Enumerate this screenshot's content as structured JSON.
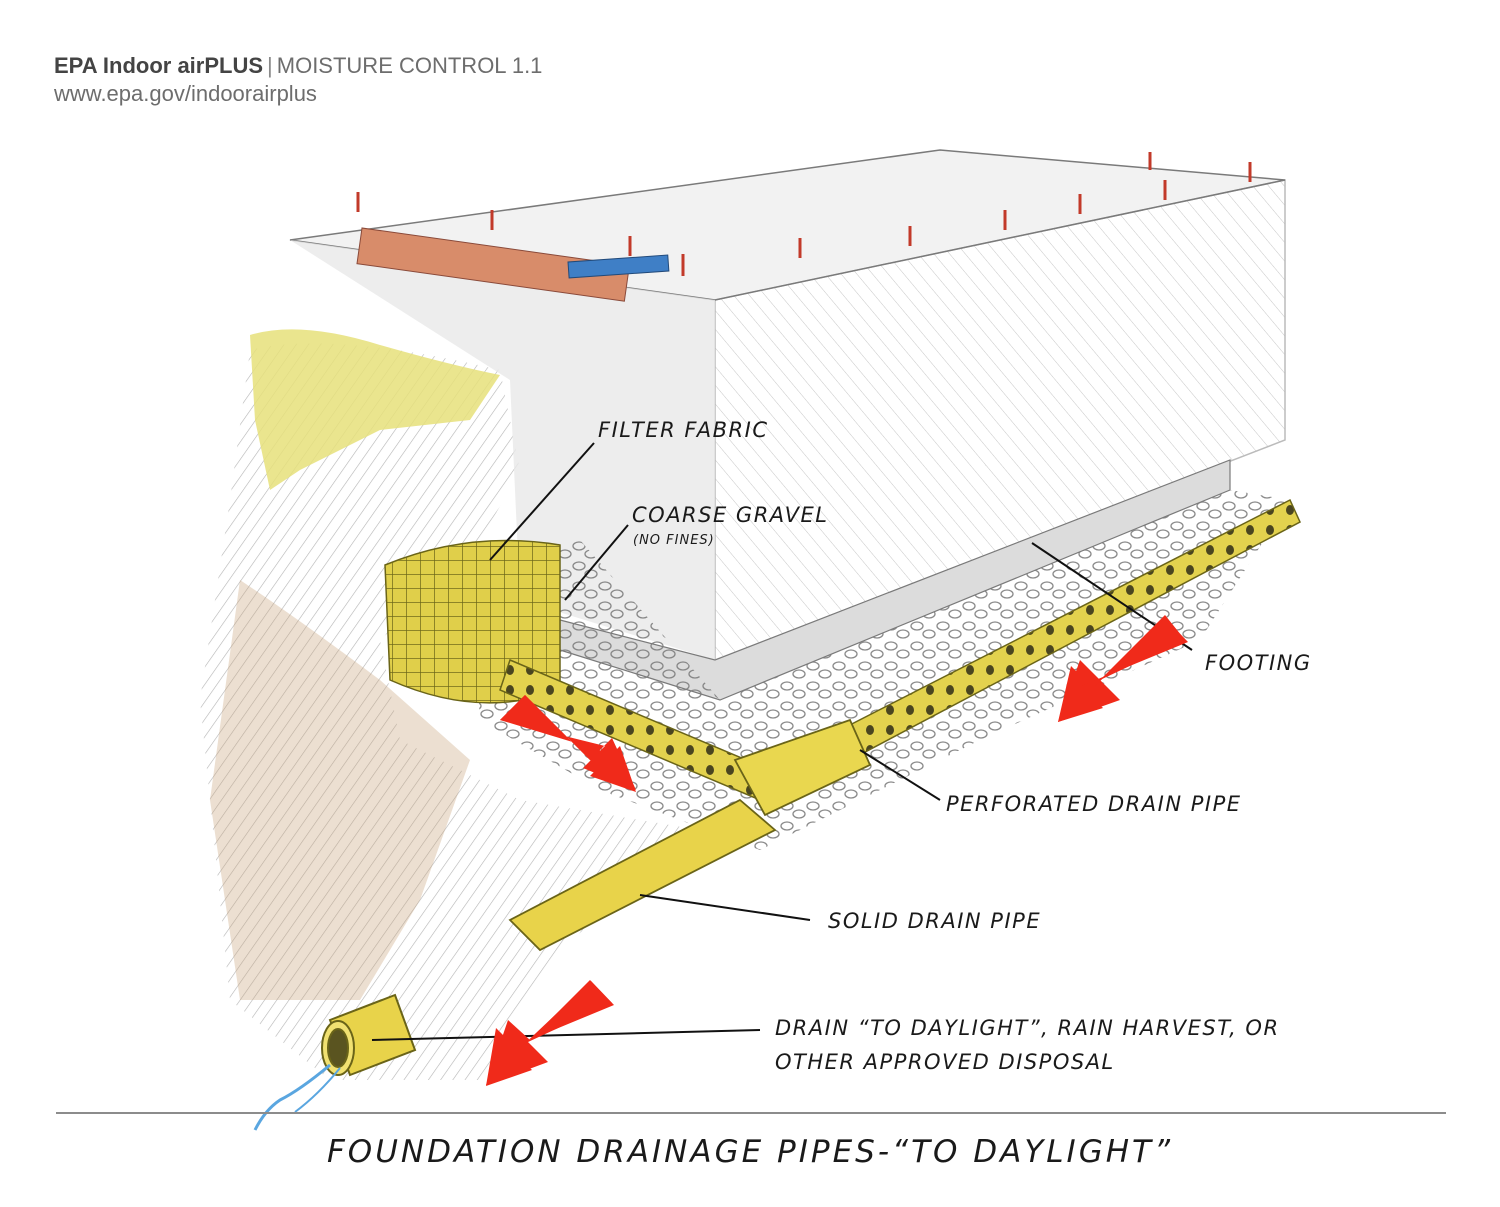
{
  "header": {
    "brand": "EPA Indoor airPLUS",
    "separator": "|",
    "section": "MOISTURE CONTROL 1.1",
    "url": "www.epa.gov/indoorairplus"
  },
  "labels": {
    "filter_fabric": "FILTER FABRIC",
    "coarse_gravel": "COARSE GRAVEL",
    "no_fines": "(NO FINES)",
    "footing": "FOOTING",
    "perforated_drain_pipe": "PERFORATED DRAIN PIPE",
    "solid_drain_pipe": "SOLID DRAIN PIPE",
    "drain_line1": "DRAIN “TO DAYLIGHT”, RAIN HARVEST, OR",
    "drain_line2": "OTHER APPROVED DISPOSAL"
  },
  "caption": "FOUNDATION DRAINAGE PIPES-“TO DAYLIGHT”",
  "colors": {
    "arrow": "#f02a1a",
    "pipe": "#e8d34a",
    "soil": "#c8a27a",
    "grass": "#e6e07a",
    "water": "#5aa6e0"
  }
}
